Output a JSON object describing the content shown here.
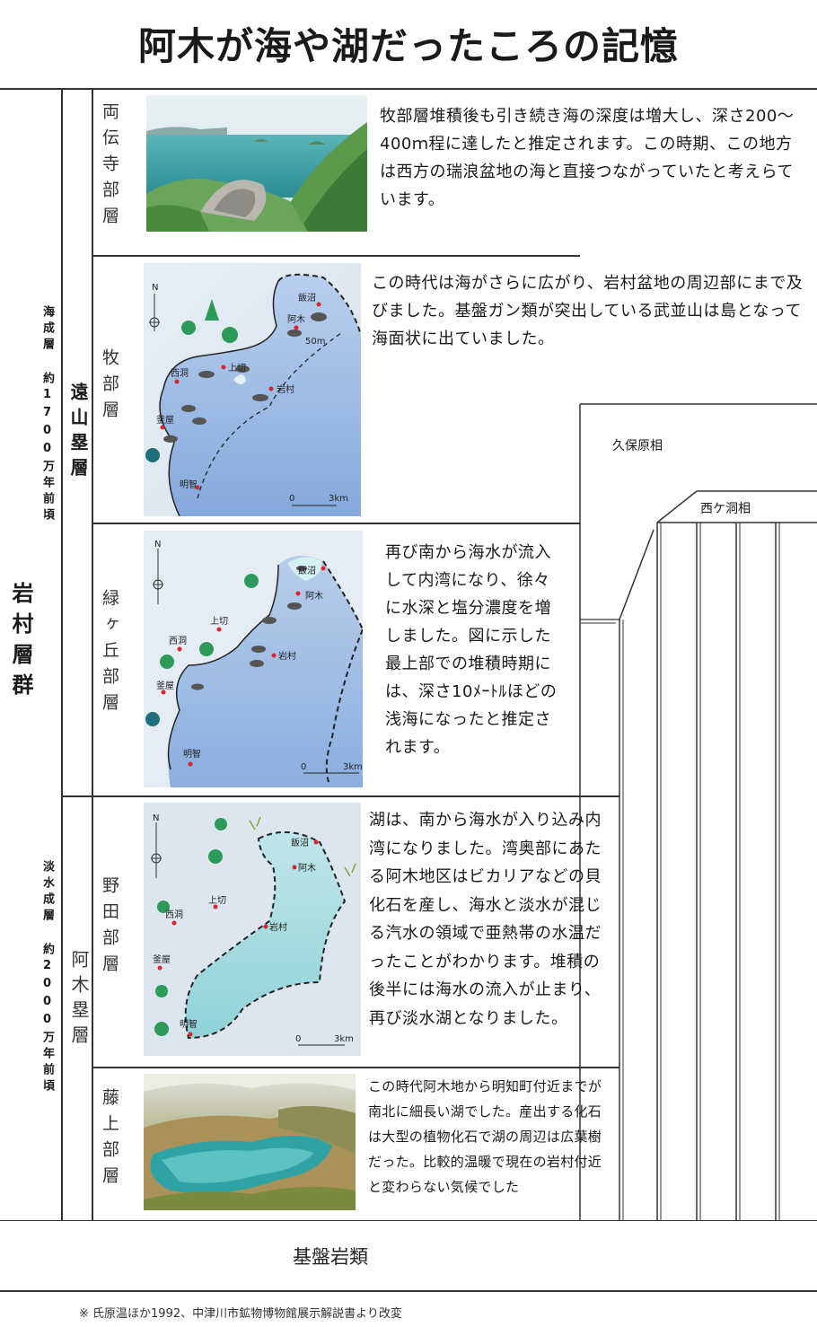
{
  "title": "阿木が海や湖だったころの記憶",
  "group": {
    "name": "岩村層群",
    "marine_label": "海成層 約1700万年前頃",
    "fresh_label": "淡水成層 約2000万年前頃"
  },
  "subgroups": {
    "upper": "遠山塁層",
    "lower": "阿木塁層"
  },
  "formations": [
    {
      "name": "両伝寺部層",
      "desc": "牧部層堆積後も引き続き海の深度は増大し、深さ200〜400ｍ程に達したと推定されます。この時期、この地方は西方の瑞浪盆地の海と直接つながっていたと考えらています。"
    },
    {
      "name": "牧部層",
      "desc": "この時代は海がさらに広がり、岩村盆地の周辺部にまで及びました。基盤ガン類が突出している武並山は島となって海面状に出ていました。"
    },
    {
      "name": "緑ヶ丘部層",
      "desc": "再び南から海水が流入して内湾になり、徐々に水深と塩分濃度を増しました。図に示した最上部での堆積時期には、深さ10ﾒｰﾄﾙほどの浅海になったと推定されます。"
    },
    {
      "name": "野田部層",
      "desc": "湖は、南から海水が入り込み内湾になりました。湾奥部にあたる阿木地区はビカリアなどの貝化石を産し、海水と淡水が混じる汽水の領域で亜熱帯の水温だったことがわかります。堆積の後半には海水の流入が止まり、再び淡水湖となりました。"
    },
    {
      "name": "藤上部層",
      "desc": "この時代阿木地から明知町付近までが南北に細長い湖でした。産出する化石は大型の植物化石で湖の周辺は広葉樹だった。比較的温暖で現在の岩村付近と変わらない気候でした"
    }
  ],
  "facies": {
    "kubohara": "久保原相",
    "nishigahora": "西ケ洞相"
  },
  "basement": "基盤岩類",
  "map_labels": {
    "north": "N",
    "iinuma": "飯沼",
    "agi": "阿木",
    "kamigiri": "上切",
    "nishihora": "西洞",
    "iwamura": "岩村",
    "kamaya": "釜屋",
    "akechi": "明智",
    "depth": "50m",
    "scale_zero": "0",
    "scale_end": "3km"
  },
  "footnote": "※ 氏原温ほか1992、中津川市鉱物博物館展示解説書より改変",
  "colors": {
    "sea_blue": "#9db9e0",
    "lake_cyan": "#9fd9df",
    "tree_green": "#2e9a5a",
    "red_dot": "#d9262c"
  }
}
